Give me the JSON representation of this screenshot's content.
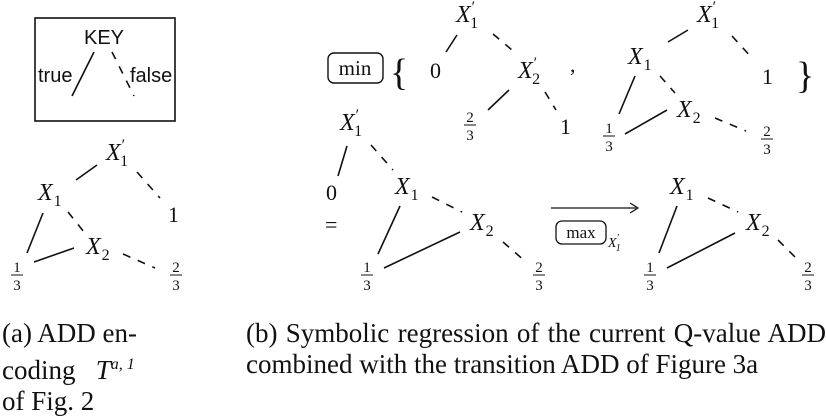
{
  "figure": {
    "panel_a": {
      "key": {
        "title": "KEY",
        "true_label": "true",
        "false_label": "false"
      },
      "tree": {
        "root": "X1'",
        "nodes": [
          "X1'",
          "X1",
          "X2"
        ],
        "leaves": [
          "1/3",
          "2/3",
          "1"
        ],
        "edges": [
          {
            "from": "X1'",
            "to": "X1",
            "type": "true"
          },
          {
            "from": "X1'",
            "to": "1",
            "type": "false"
          },
          {
            "from": "X1",
            "to": "1/3",
            "type": "true"
          },
          {
            "from": "X1",
            "to": "X2",
            "type": "false"
          },
          {
            "from": "X2",
            "to": "1/3",
            "type": "true"
          },
          {
            "from": "X2",
            "to": "2/3",
            "type": "false"
          }
        ]
      },
      "caption_line1": "(a) ADD en-",
      "caption_line2": "coding",
      "caption_math": "T",
      "caption_sup": "a, 1",
      "caption_line3": "of Fig. 2"
    },
    "panel_b": {
      "min_operator": "min",
      "max_operator": "max",
      "max_subscript": "X1'",
      "comma": ",",
      "equals": "=",
      "caption": "(b) Symbolic regression of the current Q-value ADD combined with the transition ADD of Figure 3a"
    }
  },
  "labels": {
    "X1p": "X",
    "X2p": "X",
    "X1": "X",
    "X2": "X",
    "sub1": "1",
    "sub2": "2",
    "prime": "′",
    "zero": "0",
    "one": "1",
    "num1": "1",
    "num2": "2",
    "den3": "3"
  }
}
